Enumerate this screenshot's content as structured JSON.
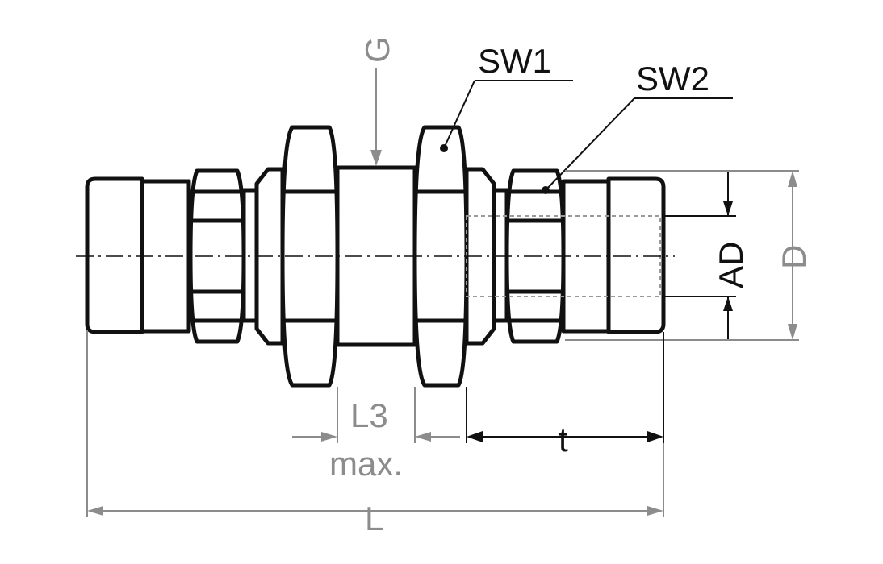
{
  "labels": {
    "g": "G",
    "sw1": "SW1",
    "sw2": "SW2",
    "ad": "AD",
    "d": "D",
    "l3": "L3",
    "max": "max.",
    "t": "t",
    "l": "L"
  },
  "colors": {
    "outline": "#111111",
    "dimension": "#8c8c8c",
    "background": "#ffffff"
  }
}
